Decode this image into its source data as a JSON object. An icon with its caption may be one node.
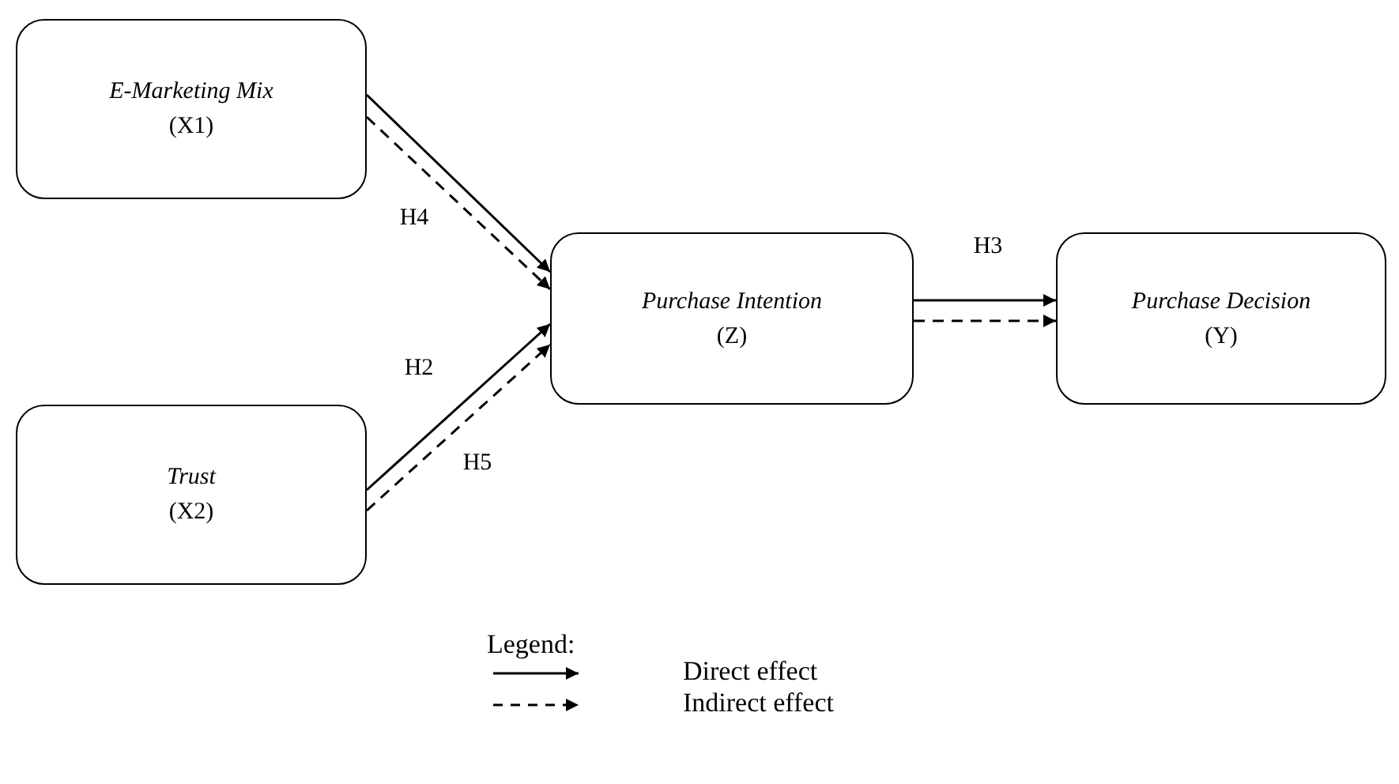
{
  "diagram": {
    "nodes": [
      {
        "text": [
          "E-Marketing Mix",
          "(X1)"
        ]
      },
      {
        "text": [
          "Trust",
          "(X2)"
        ]
      },
      {
        "text": [
          "Purchase Intention",
          "(Z)"
        ]
      },
      {
        "text": [
          "Purchase Decision",
          "(Y)"
        ]
      }
    ],
    "edges": [
      {
        "from": 0,
        "to": 2,
        "arrow": "to"
      },
      {
        "from": 0,
        "to": 2,
        "arrow": "to",
        "style": "dashed",
        "label": "H4"
      },
      {
        "from": 1,
        "to": 2,
        "arrow": "to",
        "label": "H2"
      },
      {
        "from": 1,
        "to": 2,
        "arrow": "to",
        "style": "dashed",
        "label": "H5"
      },
      {
        "from": 2,
        "to": 3,
        "arrow": "to",
        "label": "H3"
      },
      {
        "from": 2,
        "to": 3,
        "arrow": "to",
        "style": "dashed"
      }
    ],
    "labels": [
      "Legend:"
    ],
    "legend": [
      {
        "text": "Direct effect"
      },
      {
        "text": "Indirect effect"
      }
    ]
  }
}
